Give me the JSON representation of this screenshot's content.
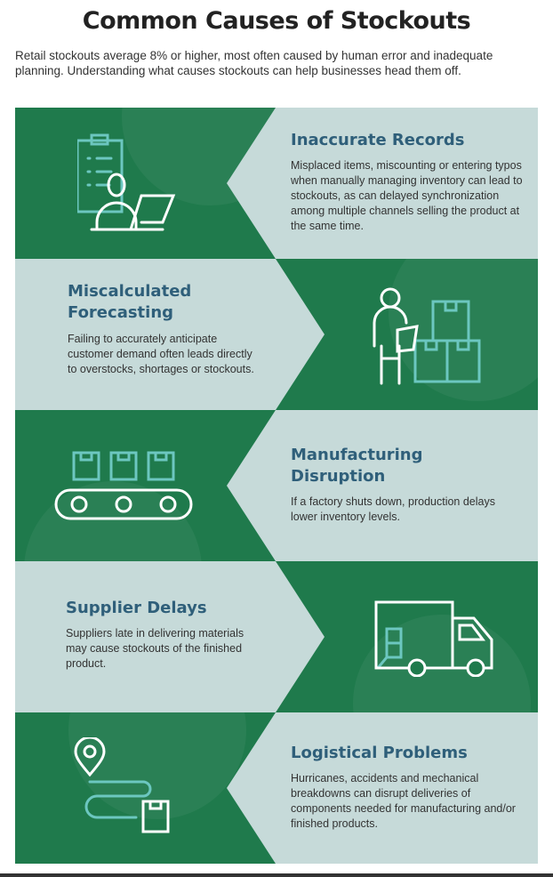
{
  "title": "Common Causes of Stockouts",
  "intro": "Retail stockouts average 8% or higher, most often caused by human error and inadequate planning. Understanding what causes stockouts can help businesses head them off.",
  "colors": {
    "green": "#1f7a4c",
    "light": "#c6dad9",
    "heading": "#2f5f7a",
    "icon_teal": "#6cc7c0"
  },
  "causes": [
    {
      "title": "Inaccurate Records",
      "text": "Misplaced items, miscounting or entering typos when manually managing inventory can lead to stockouts, as can delayed synchronization among multiple channels selling the product at the same time.",
      "icon": "clipboard-worker-laptop-icon"
    },
    {
      "title": "Miscalculated Forecasting",
      "text": "Failing to accurately anticipate customer demand often leads directly to overstocks, shortages or stockouts.",
      "icon": "worker-with-boxes-icon"
    },
    {
      "title": "Manufacturing Disruption",
      "text": "If a factory shuts down, production delays lower inventory levels.",
      "icon": "conveyor-belt-icon"
    },
    {
      "title": "Supplier Delays",
      "text": "Suppliers late in delivering materials may cause stockouts of the finished product.",
      "icon": "delivery-truck-icon"
    },
    {
      "title": "Logistical Problems",
      "text": "Hurricanes, accidents and mechanical breakdowns can disrupt deliveries of components needed for manufacturing and/or finished products.",
      "icon": "location-route-icon"
    }
  ]
}
